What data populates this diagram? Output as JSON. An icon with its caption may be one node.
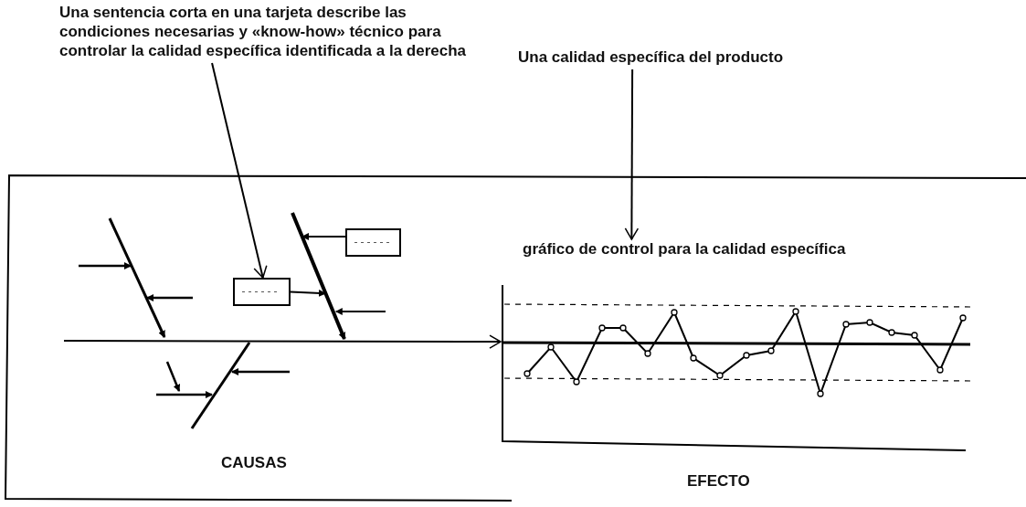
{
  "diagram": {
    "nodes": [
      {
        "text": [
          "Una sentencia corta en una tarjeta describe las condiciones necesarias y «know-how» técnico para controlar la calidad específica identificada a la derecha"
        ]
      },
      {
        "text": [],
        "shape": "box"
      },
      {
        "text": [],
        "shape": "bar"
      },
      {
        "text": [],
        "shape": "box"
      },
      {
        "text": [
          "Una calidad específica del producto"
        ]
      },
      {
        "text": [
          "gráfico de control para la calidad específica"
        ]
      }
    ],
    "edges": [
      {
        "from": 0,
        "to": 1,
        "arrow": "to"
      },
      {
        "from": 1,
        "to": 2,
        "arrow": "to"
      },
      {
        "from": 3,
        "to": 2,
        "arrow": "to"
      },
      {
        "from": 4,
        "to": 5,
        "arrow": "to"
      },
      {
        "from": null,
        "to": 5,
        "arrow": "to"
      },
      {
        "from": null,
        "to": 2,
        "arrow": "to"
      }
    ],
    "labels": [
      "CAUSAS",
      "EFECTO"
    ]
  }
}
